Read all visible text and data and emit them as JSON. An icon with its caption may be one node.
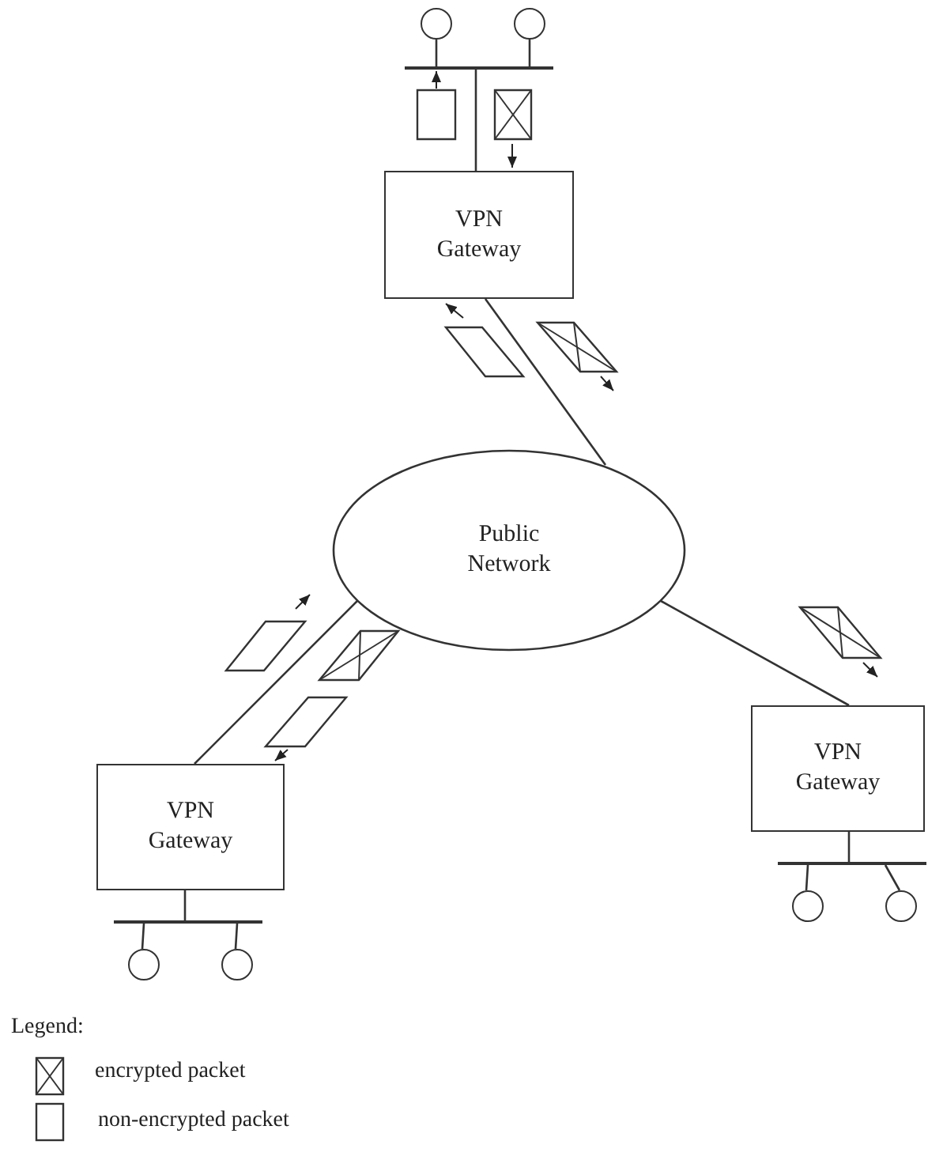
{
  "diagram": {
    "nodes": [
      {
        "text": [],
        "shape": "circle"
      },
      {
        "text": [],
        "shape": "circle"
      },
      {
        "text": [],
        "shape": "bar"
      },
      {
        "text": [
          "VPN Gateway"
        ]
      },
      {
        "text": [
          "Public Network"
        ]
      },
      {
        "text": [
          "VPN Gateway"
        ]
      },
      {
        "text": [
          "VPN Gateway"
        ]
      },
      {
        "text": [],
        "shape": "bar"
      },
      {
        "text": [],
        "shape": "circle"
      },
      {
        "text": [],
        "shape": "circle"
      },
      {
        "text": [],
        "shape": "bar"
      },
      {
        "text": [],
        "shape": "circle"
      },
      {
        "text": [],
        "shape": "circle"
      }
    ],
    "edges": [
      {
        "from": 0,
        "to": 2,
        "arrow": "none"
      },
      {
        "from": 1,
        "to": 2,
        "arrow": "none"
      },
      {
        "from": 3,
        "to": 2,
        "arrow": "none"
      },
      {
        "from": 3,
        "to": 4,
        "arrow": "none"
      },
      {
        "from": 4,
        "to": 5,
        "arrow": "none"
      },
      {
        "from": 4,
        "to": 6,
        "arrow": "none"
      },
      {
        "from": 5,
        "to": 7,
        "arrow": "none"
      },
      {
        "from": 7,
        "to": 8,
        "arrow": "none"
      },
      {
        "from": 7,
        "to": 9,
        "arrow": "none"
      },
      {
        "from": 6,
        "to": 10,
        "arrow": "none"
      },
      {
        "from": 10,
        "to": 11,
        "arrow": "none"
      },
      {
        "from": 10,
        "to": 12,
        "arrow": "none"
      }
    ],
    "labels": [
      "Legend:"
    ],
    "legend": [
      {
        "text": "encrypted packet"
      },
      {
        "text": "non-encrypted packet"
      }
    ]
  }
}
